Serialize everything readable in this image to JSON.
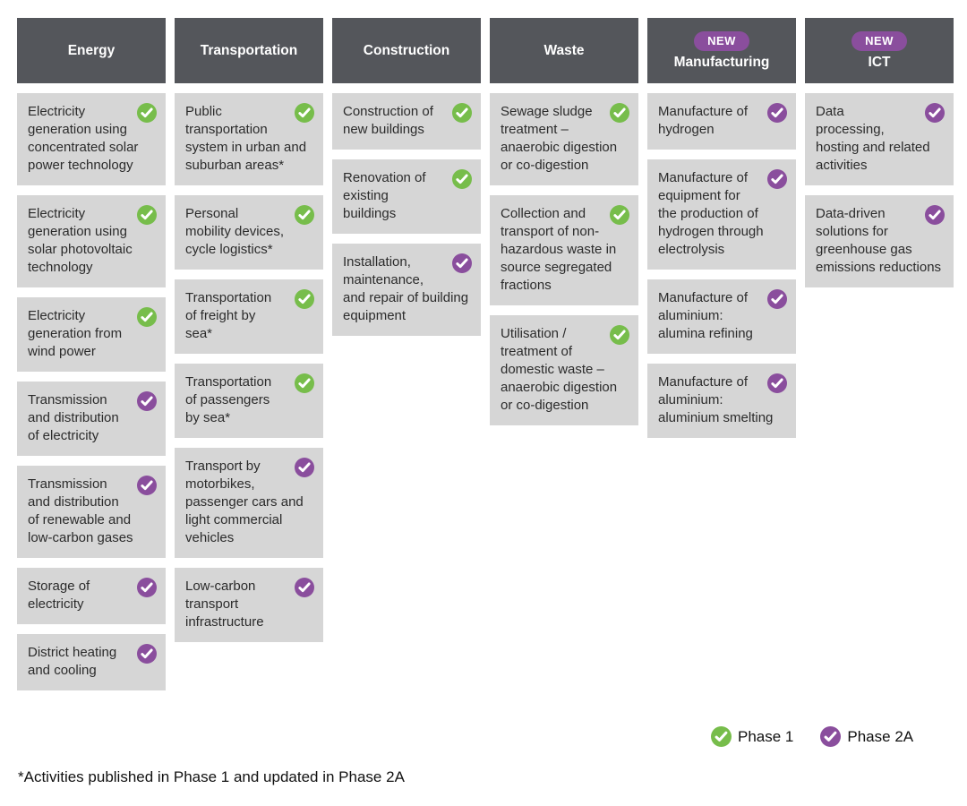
{
  "new_badge_label": "NEW",
  "footnote": "*Activities published in Phase 1 and updated in Phase 2A",
  "colors": {
    "phase1": "#77BD4B",
    "phase2a": "#8A4E9D",
    "header_bg": "#54565B",
    "card_bg": "#D6D6D6",
    "new_badge_bg": "#8A4E9D"
  },
  "legend": [
    {
      "label": "Phase 1",
      "phase": "phase1"
    },
    {
      "label": "Phase 2A",
      "phase": "phase2a"
    }
  ],
  "columns": [
    {
      "id": "energy",
      "title": "Energy",
      "is_new": false,
      "items": [
        {
          "text": "Electricity generation using concentrated solar power technology",
          "phase": "phase1"
        },
        {
          "text": "Electricity generation using solar photovoltaic technology",
          "phase": "phase1"
        },
        {
          "text": "Electricity generation from wind power",
          "phase": "phase1"
        },
        {
          "text": "Transmission and distribution of electricity",
          "phase": "phase2a"
        },
        {
          "text": "Transmission and distribution of renewable and low-carbon gases",
          "phase": "phase2a"
        },
        {
          "text": "Storage of electricity",
          "phase": "phase2a"
        },
        {
          "text": "District heating and cooling",
          "phase": "phase2a"
        }
      ]
    },
    {
      "id": "transportation",
      "title": "Transportation",
      "is_new": false,
      "items": [
        {
          "text": "Public transportation system in urban and suburban areas*",
          "phase": "phase1"
        },
        {
          "text": "Personal mobility devices, cycle logistics*",
          "phase": "phase1"
        },
        {
          "text": "Transportation of freight by sea*",
          "phase": "phase1"
        },
        {
          "text": "Transportation of passengers by sea*",
          "phase": "phase1"
        },
        {
          "text": "Transport by motorbikes, passenger cars and light commercial vehicles",
          "phase": "phase2a"
        },
        {
          "text": "Low-carbon transport infrastructure",
          "phase": "phase2a"
        }
      ]
    },
    {
      "id": "construction",
      "title": "Construction",
      "is_new": false,
      "items": [
        {
          "text": "Construction of new buildings",
          "phase": "phase1"
        },
        {
          "text": "Renovation of existing buildings",
          "phase": "phase1"
        },
        {
          "text": "Installation, maintenance, and repair of building equipment",
          "phase": "phase2a"
        }
      ]
    },
    {
      "id": "waste",
      "title": "Waste",
      "is_new": false,
      "items": [
        {
          "text": "Sewage sludge treatment – anaerobic digestion or co-digestion",
          "phase": "phase1"
        },
        {
          "text": "Collection and transport of non-hazardous waste in source segregated fractions",
          "phase": "phase1"
        },
        {
          "text": "Utilisation / treatment of domestic waste – anaerobic digestion or co-digestion",
          "phase": "phase1"
        }
      ]
    },
    {
      "id": "manufacturing",
      "title": "Manufacturing",
      "is_new": true,
      "items": [
        {
          "text": "Manufacture of hydrogen",
          "phase": "phase2a"
        },
        {
          "text": "Manufacture of equipment for the production of hydrogen through electrolysis",
          "phase": "phase2a"
        },
        {
          "text": "Manufacture of aluminium: alumina refining",
          "phase": "phase2a"
        },
        {
          "text": "Manufacture of aluminium: aluminium smelting",
          "phase": "phase2a"
        }
      ]
    },
    {
      "id": "ict",
      "title": "ICT",
      "is_new": true,
      "items": [
        {
          "text": "Data processing, hosting and related activities",
          "phase": "phase2a"
        },
        {
          "text": "Data-driven solutions for greenhouse gas emissions reductions",
          "phase": "phase2a"
        }
      ]
    }
  ]
}
